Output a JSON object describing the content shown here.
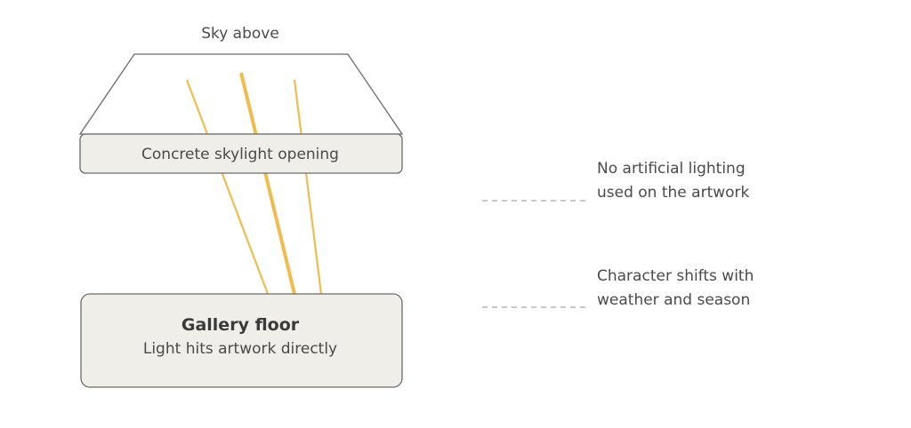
{
  "diagram": {
    "sky_label": "Sky above",
    "opening_label": "Concrete skylight opening",
    "floor": {
      "title": "Gallery floor",
      "subtitle": "Light hits artwork directly"
    },
    "notes": [
      {
        "lines": [
          "No artificial lighting",
          "used on the artwork"
        ]
      },
      {
        "lines": [
          "Character shifts with",
          "weather and season"
        ]
      }
    ],
    "colors": {
      "light_ray": "#f0bc4e",
      "box_fill": "#efeee9",
      "box_stroke": "#6b6b6b",
      "text": "#4a4a4a",
      "connector": "#a8a8a8"
    }
  }
}
